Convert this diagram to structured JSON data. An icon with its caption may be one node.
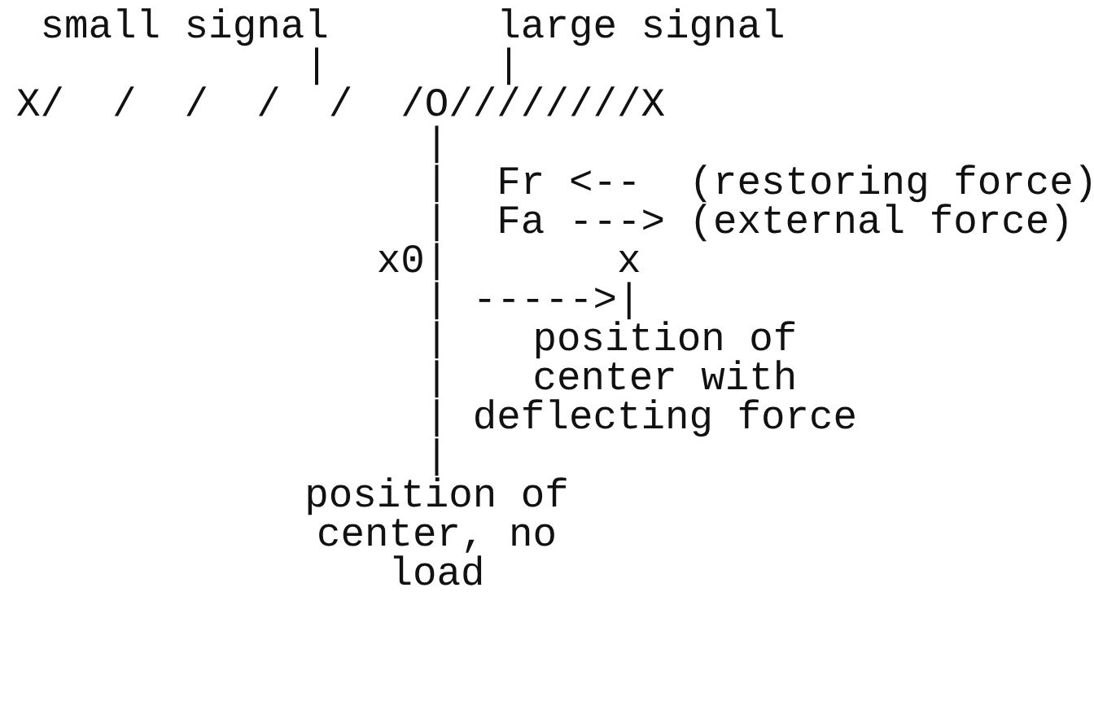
{
  "diagram": {
    "labels": [
      "small signal",
      "large signal",
      "|",
      "|",
      "X/  /  /  /  /  /O////////X",
      "|",
      "|",
      "Fr <--  (restoring force)",
      "|",
      "Fa ---> (external force)",
      "x0",
      "|",
      "x",
      "|",
      "----->|",
      "|",
      "position of center with deflecting force",
      "|",
      "|",
      "|",
      "position of center, no load"
    ]
  }
}
